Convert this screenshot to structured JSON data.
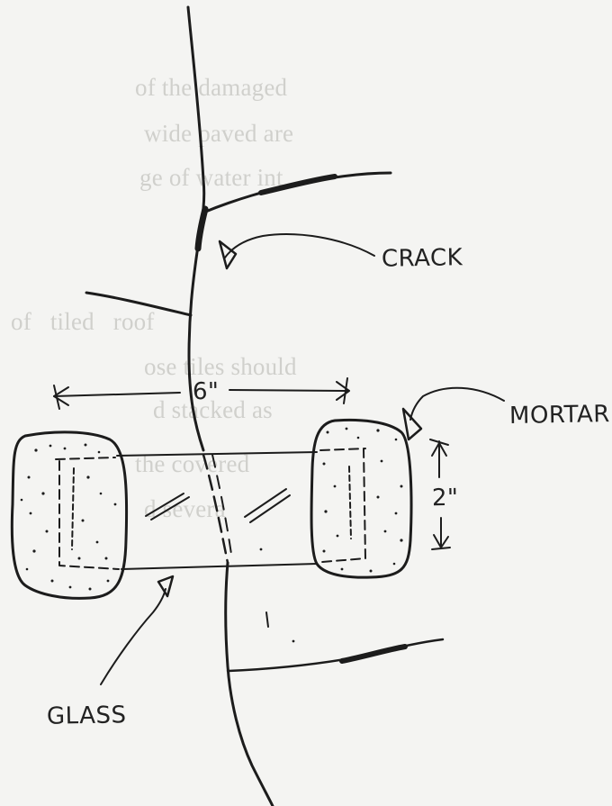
{
  "background_text": [
    "of the damaged",
    "wide paved are",
    "ge of water int",
    "of  tiled  roof",
    "ose tiles should",
    "d  stacked  as",
    "the covered",
    "d  severa"
  ],
  "labels": {
    "crack": "CRACK",
    "mortar": "MORTAR",
    "glass": "GLASS",
    "width": "6\"",
    "height": "2\""
  },
  "colors": {
    "ink": "#1c1c1c",
    "paper": "#f4f4f2",
    "ghost_text": "#c4c4c0"
  }
}
